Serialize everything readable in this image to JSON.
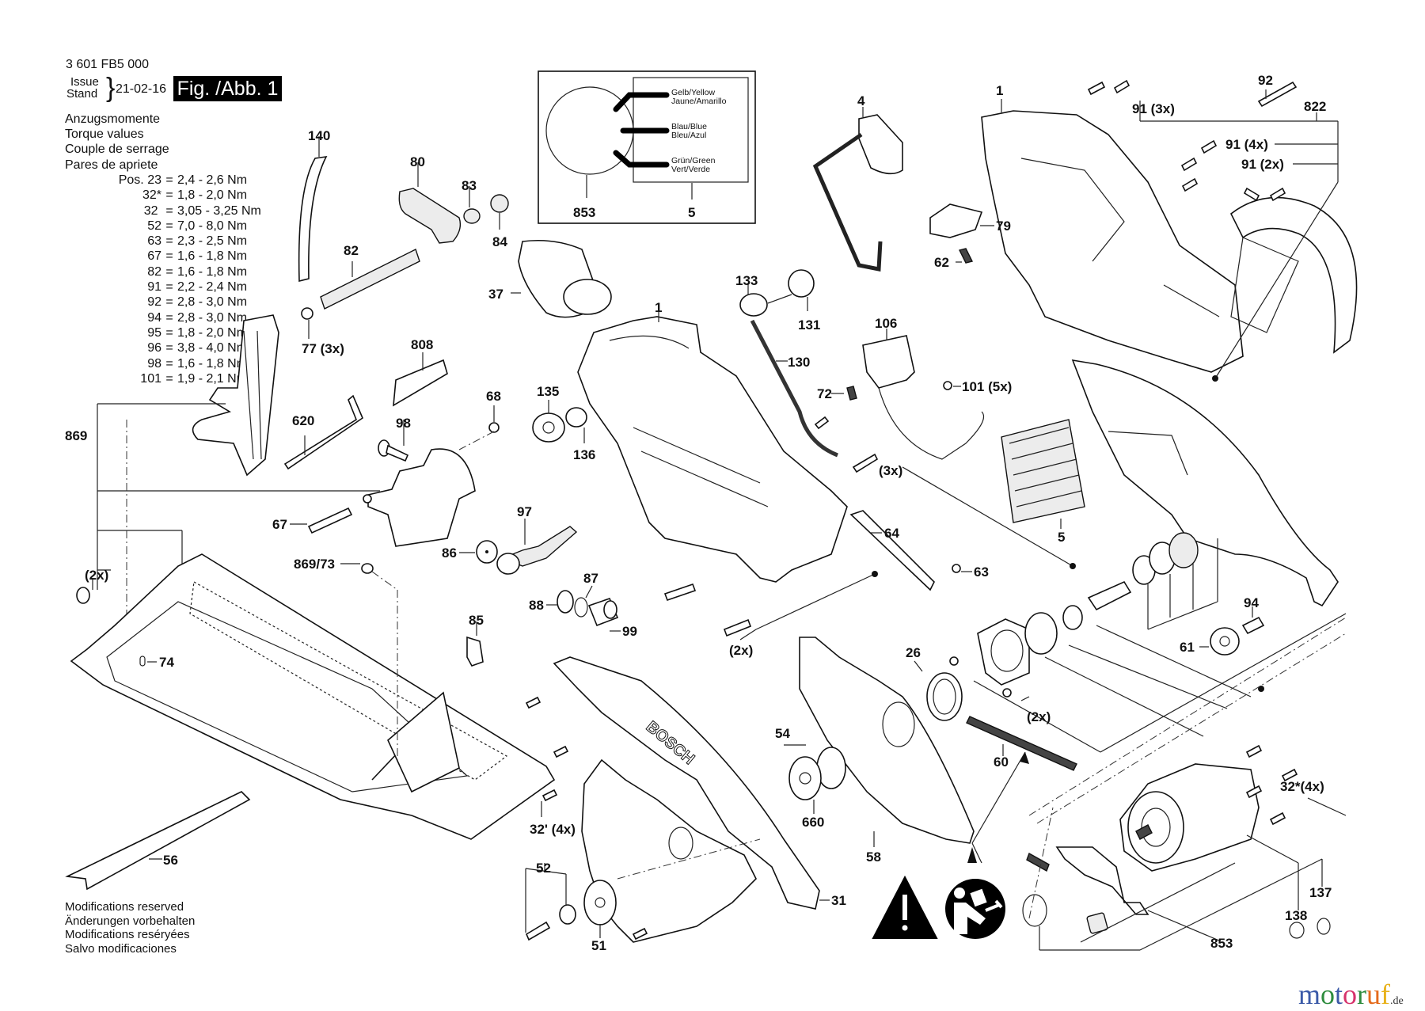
{
  "header": {
    "document_number": "3 601 FB5 000",
    "issue_label": "Issue",
    "stand_label": "Stand",
    "issue_date": "21-02-16",
    "figure_label": "Fig. /Abb. 1"
  },
  "torque": {
    "titles": [
      "Anzugsmomente",
      "Torque values",
      "Couple de serrage",
      "Pares de apriete"
    ],
    "rows": [
      {
        "pos": "Pos. 23",
        "value": "2,4 - 2,6 Nm"
      },
      {
        "pos": "32*",
        "value": "1,8 - 2,0 Nm"
      },
      {
        "pos": "32 ",
        "value": "3,05 - 3,25 Nm"
      },
      {
        "pos": "52",
        "value": "7,0 - 8,0 Nm"
      },
      {
        "pos": "63",
        "value": "2,3 - 2,5 Nm"
      },
      {
        "pos": "67",
        "value": "1,6 - 1,8 Nm"
      },
      {
        "pos": "82",
        "value": "1,6 - 1,8 Nm"
      },
      {
        "pos": "91",
        "value": "2,2 - 2,4 Nm"
      },
      {
        "pos": "92",
        "value": "2,8 - 3,0 Nm"
      },
      {
        "pos": "94",
        "value": "2,8 - 3,0 Nm"
      },
      {
        "pos": "95",
        "value": "1,8 - 2,0 Nm"
      },
      {
        "pos": "96",
        "value": "3,8 - 4,0 Nm"
      },
      {
        "pos": "98",
        "value": "1,6 - 1,8 Nm"
      },
      {
        "pos": "101",
        "value": "1,9 - 2,1 Nm"
      }
    ]
  },
  "wiring_inset": {
    "wires": [
      {
        "line1": "Gelb/Yellow",
        "line2": "Jaune/Amarillo"
      },
      {
        "line1": "Blau/Blue",
        "line2": "Bleu/Azul"
      },
      {
        "line1": "Grün/Green",
        "line2": "Vert/Verde"
      }
    ],
    "left_label": "853",
    "right_label": "5"
  },
  "part_labels": {
    "p140": "140",
    "p80": "80",
    "p83": "83",
    "p84": "84",
    "p82": "82",
    "p37": "37",
    "p77": "77 (3x)",
    "p808": "808",
    "p869": "869",
    "p620": "620",
    "p98": "98",
    "p68": "68",
    "p135": "135",
    "p136": "136",
    "p67": "67",
    "p97": "97",
    "p86": "86",
    "p87": "87",
    "p88": "88",
    "p99": "99",
    "p869_73": "869/73",
    "p2x_left": "(2x)",
    "p74": "74",
    "p85": "85",
    "p56": "56",
    "p1_mid": "1",
    "p133": "133",
    "p131": "131",
    "p130": "130",
    "p106": "106",
    "p72": "72",
    "p101": "101 (5x)",
    "p3x": "(3x)",
    "p64": "64",
    "p63": "63",
    "p2x_mid": "(2x)",
    "p4": "4",
    "p79": "79",
    "p62": "62",
    "p1_top": "1",
    "p91_3x": "91 (3x)",
    "p92": "92",
    "p822": "822",
    "p91_4x": "91 (4x)",
    "p91_2x": "91 (2x)",
    "p5": "5",
    "p94": "94",
    "p61": "61",
    "p26": "26",
    "p2x_right": "(2x)",
    "p54": "54",
    "p60": "60",
    "p660": "660",
    "p58": "58",
    "p32_4x_left": "32' (4x)",
    "p52": "52",
    "p51": "51",
    "p31": "31",
    "p32_4x_right": "32*(4x)",
    "p137": "137",
    "p138": "138",
    "p853": "853"
  },
  "footer": {
    "modifications": [
      "Modifications reserved",
      "Änderungen vorbehalten",
      "Modifications reséryées",
      "Salvo modificaciones"
    ],
    "brand_letters": [
      {
        "ch": "m",
        "color": "#3b5aa8"
      },
      {
        "ch": "o",
        "color": "#2e8c3e"
      },
      {
        "ch": "t",
        "color": "#3b5aa8"
      },
      {
        "ch": "o",
        "color": "#d6336c"
      },
      {
        "ch": "r",
        "color": "#2e8c3e"
      },
      {
        "ch": "u",
        "color": "#e46a1b"
      },
      {
        "ch": "f",
        "color": "#e8b21c"
      }
    ],
    "brand_tld": ".de"
  },
  "safety_icons": [
    "warning-icon",
    "read-manual-icon"
  ],
  "brand_on_guard": "BOSCH"
}
